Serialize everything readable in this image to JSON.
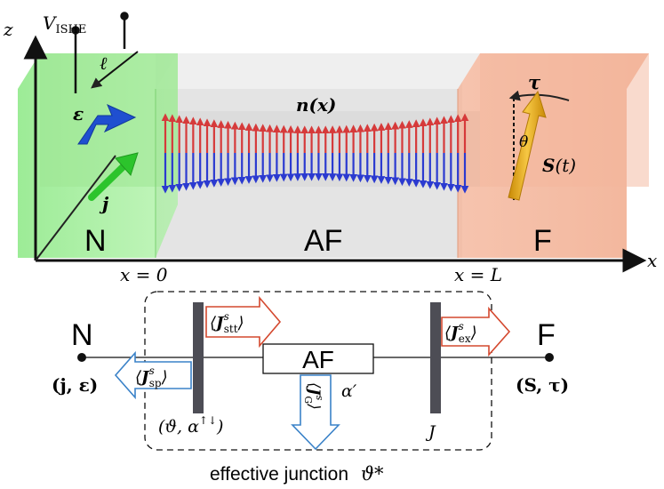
{
  "top": {
    "axis_z": "z",
    "axis_x": "x",
    "voltage": {
      "base": "V",
      "sub": "ISHE"
    },
    "length": "ℓ",
    "epsilon": "ε",
    "j": "j",
    "n_label": "n(x)",
    "tau": "τ",
    "theta": "θ",
    "S_label": {
      "bold": "S",
      "rest": "(t)"
    },
    "regions": {
      "N": "N",
      "AF": "AF",
      "F": "F"
    },
    "x0": "x = 0",
    "xL": "x = L",
    "colors": {
      "N": "#7fe07a",
      "AF": "#e6e6e6",
      "F": "#f0a98a",
      "spin_up": "#d63a3a",
      "spin_down": "#2b3ad0",
      "epsilon_arrow": "#1f4fd0",
      "j_arrow": "#2cc42c",
      "S_arrow": "#e8a712"
    }
  },
  "bottom": {
    "N": "N",
    "F": "F",
    "AF": "AF",
    "N_vars": "(j, ε)",
    "F_vars": "(S, τ)",
    "J_stt": {
      "J": "J",
      "sup": "s",
      "sub": "stt"
    },
    "J_ex": {
      "J": "J",
      "sup": "s",
      "sub": "ex"
    },
    "J_sp": {
      "J": "J",
      "sup": "s",
      "sub": "sp"
    },
    "J_G": {
      "J": "J",
      "sup": "s",
      "sub": "G"
    },
    "alpha_prime": "α′",
    "left_interface": {
      "pre": "(ϑ, α",
      "sup": "↑↓",
      "post": ")"
    },
    "right_interface": "J",
    "effective": {
      "text": "effective junction",
      "symbol": "ϑ*"
    },
    "colors": {
      "red_arrow": "#d4482e",
      "blue_arrow": "#3a82c8",
      "interface": "#4d4d55"
    }
  }
}
